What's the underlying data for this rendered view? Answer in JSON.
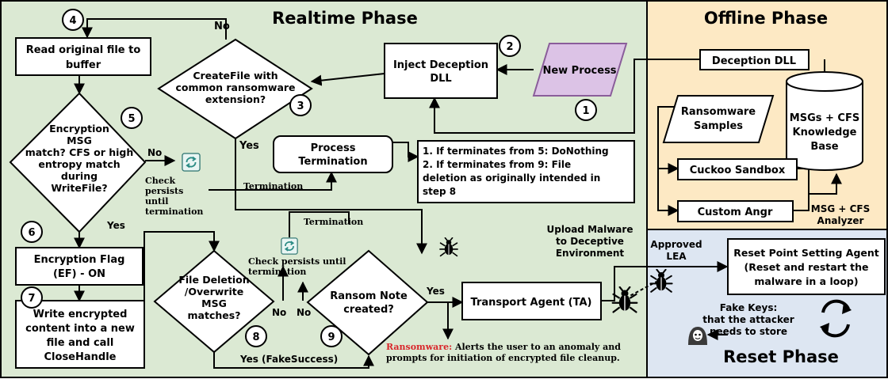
{
  "phases": {
    "realtime": "Realtime Phase",
    "offline": "Offline Phase",
    "reset": "Reset Phase"
  },
  "colors": {
    "realtime_bg": "#dbe9d3",
    "offline_bg": "#fde9c4",
    "reset_bg": "#dde6f2",
    "new_process_fill": "#dcc3e6",
    "ransomware_red": "#d9262b"
  },
  "nodes": {
    "read_file": [
      "Read original file to",
      "buffer"
    ],
    "create_file": [
      "CreateFile with",
      "common ransomware",
      "extension?"
    ],
    "inject": [
      "Inject Deception",
      "DLL"
    ],
    "new_process": "New Process",
    "encryption_msg": [
      "Encryption",
      "MSG",
      "match? CFS or high",
      "entropy match",
      "during",
      "WriteFile?"
    ],
    "process_termination": [
      "Process",
      "Termination"
    ],
    "term_notes": [
      "1. If terminates from 5: DoNothing",
      "2. If terminates from 9: File",
      "deletion as originally intended in",
      "step 8"
    ],
    "encryption_flag": [
      "Encryption Flag",
      "(EF) - ON"
    ],
    "write_encrypted": [
      "Write encrypted",
      "content into a new",
      "file and call",
      "CloseHandle"
    ],
    "file_deletion": [
      "File Deletion",
      "/Overwrite",
      "MSG",
      "matches?"
    ],
    "ransom_note": [
      "Ransom Note",
      "created?"
    ],
    "transport_agent": "Transport Agent (TA)",
    "deception_dll": "Deception DLL",
    "knowledge_base": [
      "MSGs + CFS",
      "Knowledge",
      "Base"
    ],
    "ransomware_samples": [
      "Ransomware",
      "Samples"
    ],
    "cuckoo": "Cuckoo Sandbox",
    "angr": "Custom Angr",
    "reset_agent": [
      "Reset Point Setting Agent",
      "(Reset and restart the",
      "malware in a loop)"
    ]
  },
  "steps": [
    "1",
    "2",
    "3",
    "4",
    "5",
    "6",
    "7",
    "8",
    "9"
  ],
  "labels": {
    "no_top": "No",
    "yes_create": "Yes",
    "no_enc": "No",
    "yes_enc": "Yes",
    "check1": [
      "Check",
      "persists",
      "until",
      "termination"
    ],
    "termination1": "Termination",
    "termination2": "Termination",
    "check2": [
      "Check persists until",
      "termination"
    ],
    "no_fd": "No",
    "no_rn": "No",
    "yes_rn": "Yes",
    "yes_fake": "Yes (FakeSuccess)",
    "upload": [
      "Upload Malware",
      "to Deceptive",
      "Environment"
    ],
    "approved": [
      "Approved",
      "LEA"
    ],
    "analyzer": [
      "MSG + CFS",
      "Analyzer"
    ],
    "fake_keys": [
      "Fake Keys:",
      "that the attacker",
      "needs to store"
    ],
    "ransomware_word": "Ransomware:",
    "alert_line1": " Alerts the user to an anomaly and",
    "alert_line2": "prompts for initiation of encrypted file cleanup."
  },
  "icons": [
    "bug-icon",
    "refresh-icon",
    "cycle-arrows-icon",
    "hacker-icon"
  ]
}
